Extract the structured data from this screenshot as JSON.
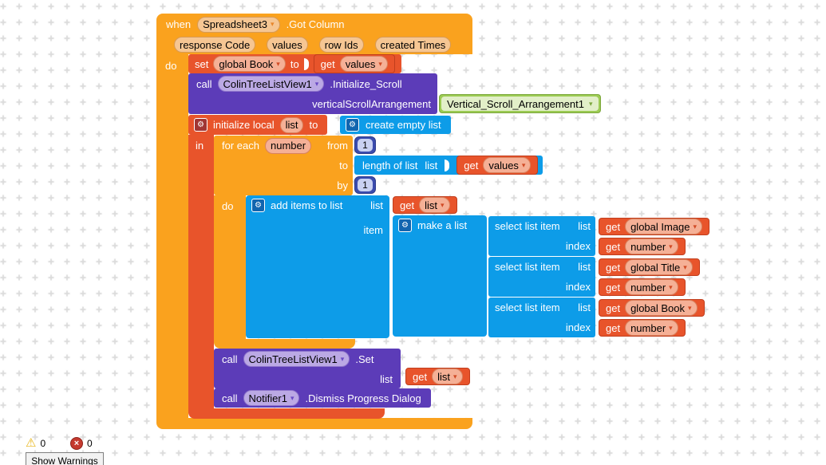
{
  "colors": {
    "event_block": "#FAA21E",
    "variable_block": "#E8542B",
    "method_block": "#5C3CB8",
    "list_block": "#0D9CE8",
    "math_block": "#3B4CAE",
    "component_block": "#9CCB53",
    "grid_mark": "#DCDCDC"
  },
  "when_block": {
    "keyword": "when",
    "component": "Spreadsheet3",
    "event": ".Got Column",
    "params": [
      "response Code",
      "values",
      "row Ids",
      "created Times"
    ],
    "do_label": "do"
  },
  "set_block": {
    "keyword": "set",
    "variable": "global Book",
    "to_label": "to",
    "value": {
      "keyword": "get",
      "variable": "values"
    }
  },
  "call_initialize_scroll": {
    "keyword": "call",
    "component": "ColinTreeListView1",
    "method": ".Initialize_Scroll",
    "arg_label": "verticalScrollArrangement",
    "arg_value": "Vertical_Scroll_Arrangement1"
  },
  "initialize_local": {
    "label": "initialize local",
    "variable": "list",
    "to_label": "to",
    "in_label": "in",
    "value_label": "create empty list"
  },
  "for_each": {
    "label": "for each",
    "variable": "number",
    "from_label": "from",
    "from_value": "1",
    "to_label": "to",
    "to_value": {
      "label": "length of list",
      "arg_label": "list",
      "value": {
        "keyword": "get",
        "variable": "values"
      }
    },
    "by_label": "by",
    "by_value": "1",
    "do_label": "do"
  },
  "add_items_to_list": {
    "label": "add items to list",
    "list_label": "list",
    "list_value": {
      "keyword": "get",
      "variable": "list"
    },
    "item_label": "item"
  },
  "make_a_list": {
    "label": "make a list"
  },
  "select_items": [
    {
      "label": "select list item",
      "list_label": "list",
      "index_label": "index",
      "list_value": {
        "keyword": "get",
        "variable": "global Image"
      },
      "index_value": {
        "keyword": "get",
        "variable": "number"
      }
    },
    {
      "label": "select list item",
      "list_label": "list",
      "index_label": "index",
      "list_value": {
        "keyword": "get",
        "variable": "global Title"
      },
      "index_value": {
        "keyword": "get",
        "variable": "number"
      }
    },
    {
      "label": "select list item",
      "list_label": "list",
      "index_label": "index",
      "list_value": {
        "keyword": "get",
        "variable": "global Book"
      },
      "index_value": {
        "keyword": "get",
        "variable": "number"
      }
    }
  ],
  "call_set": {
    "keyword": "call",
    "component": "ColinTreeListView1",
    "method": ".Set",
    "arg_label": "list",
    "arg_value": {
      "keyword": "get",
      "variable": "list"
    }
  },
  "call_dismiss": {
    "keyword": "call",
    "component": "Notifier1",
    "method": ".Dismiss Progress Dialog"
  },
  "footer": {
    "warning_count": "0",
    "error_count": "0",
    "show_warnings_label": "Show Warnings"
  }
}
